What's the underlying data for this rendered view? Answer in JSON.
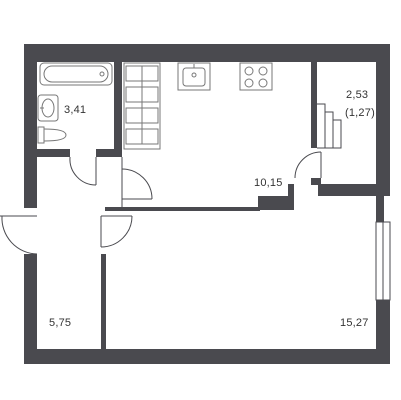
{
  "plan": {
    "wall_color": "#4a4a4f",
    "rooms": [
      {
        "id": "bathroom",
        "area": "3,41"
      },
      {
        "id": "kitchen-living",
        "area": "10,15"
      },
      {
        "id": "balcony",
        "area": "2,53",
        "reduced_area": "(1,27)"
      },
      {
        "id": "hallway",
        "area": "5,75"
      },
      {
        "id": "bedroom",
        "area": "15,27"
      }
    ]
  }
}
